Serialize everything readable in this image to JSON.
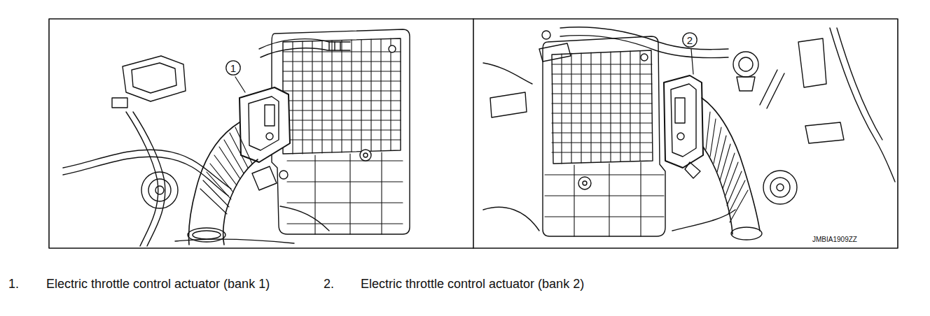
{
  "diagram": {
    "nodes": [
      {
        "text": [
          "1"
        ]
      },
      {
        "text": [
          "2"
        ]
      }
    ],
    "labels": [
      "JMBIA1909ZZ",
      "1.",
      "Electric throttle control actuator (bank 1)",
      "2.",
      "Electric throttle control actuator (bank 2)"
    ]
  }
}
